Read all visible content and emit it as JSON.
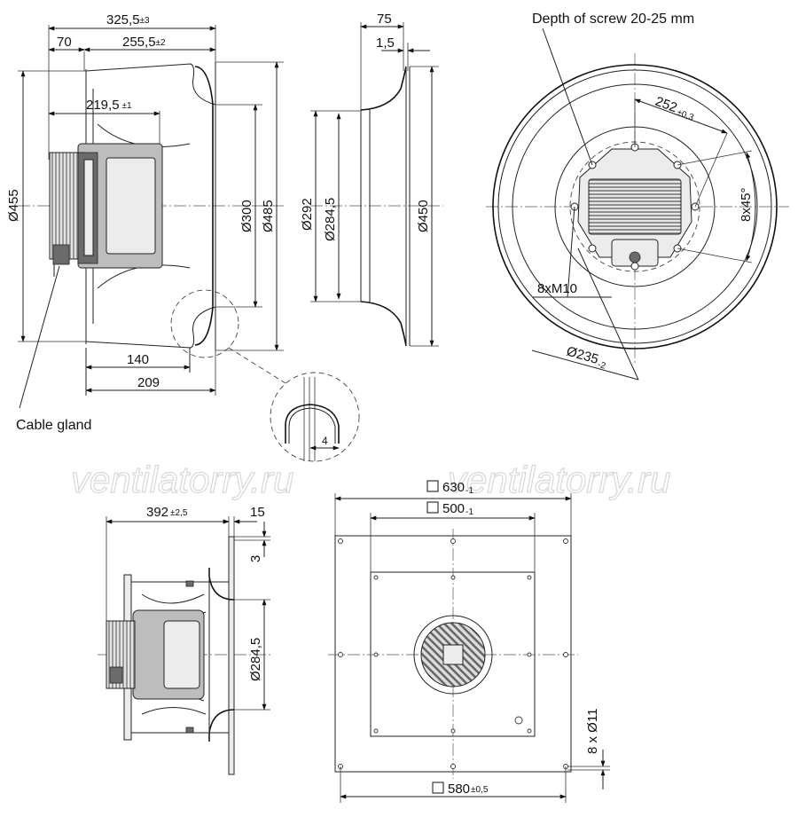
{
  "watermark": "ventilatorry.ru",
  "labels": {
    "cable_gland": "Cable gland",
    "screw_depth": "Depth of screw 20-25 mm"
  },
  "side_view": {
    "overall_length": {
      "value": "325,5",
      "tol": "±3"
    },
    "motor_offset": {
      "value": "70"
    },
    "impeller_length": {
      "value": "255,5",
      "tol": "±2"
    },
    "hub_length": {
      "value": "219,5",
      "tol": "±1"
    },
    "dim_140": "140",
    "dim_209": "209",
    "dia_455": "Ø455",
    "dia_300": "Ø300",
    "dia_485": "Ø485",
    "detail_4": "4"
  },
  "nozzle_view": {
    "length": "75",
    "lip": "1,5",
    "dia_292": "Ø292",
    "dia_284": "Ø284,5",
    "dia_450": "Ø450"
  },
  "front_view": {
    "bolt_circle": {
      "value": "252",
      "tol": "±0,3"
    },
    "angle": "8x45°",
    "thread": "8xM10",
    "dia_235": {
      "value": "Ø235",
      "tol": "-2"
    }
  },
  "mounted_side_view": {
    "length": {
      "value": "392",
      "tol": "±2,5"
    },
    "plate": "15",
    "offset": "3",
    "dia_284": "Ø284,5"
  },
  "plate_view": {
    "outer": {
      "value": "630",
      "tol": "-1"
    },
    "inner": {
      "value": "500",
      "tol": "-1"
    },
    "hole_pitch": {
      "value": "580",
      "tol": "±0,5"
    },
    "holes": "8 x Ø11"
  }
}
